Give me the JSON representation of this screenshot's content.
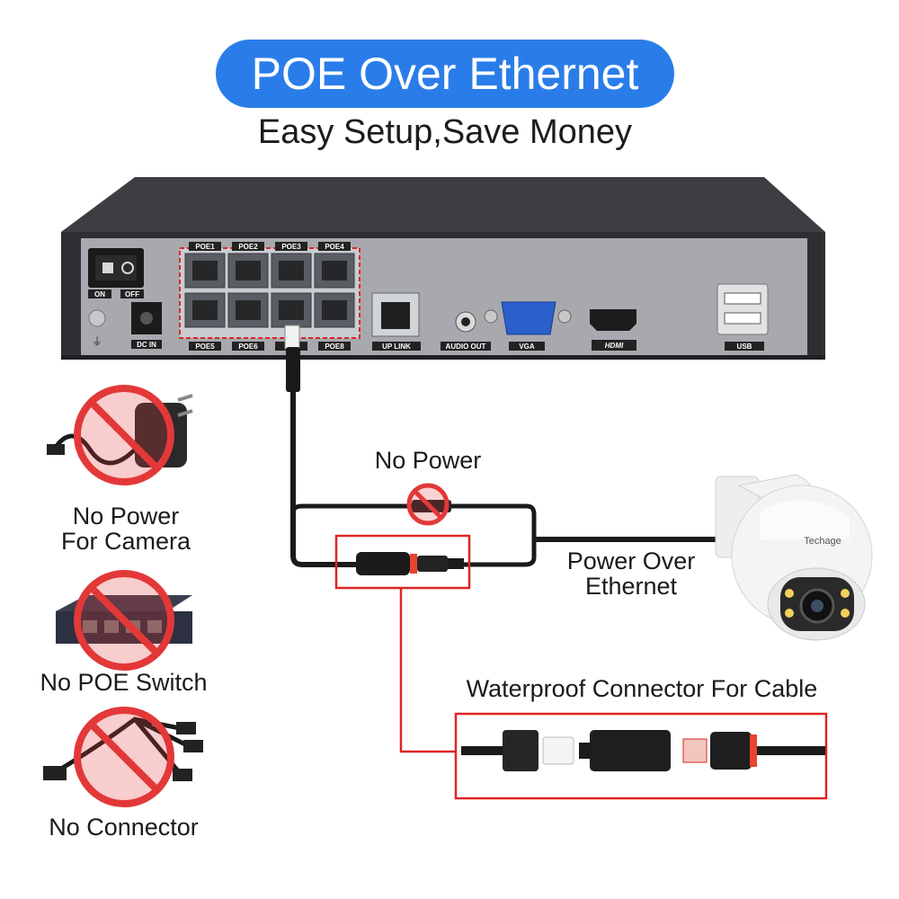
{
  "header": {
    "title": "POE Over Ethernet",
    "subtitle": "Easy Setup,Save Money"
  },
  "nvr": {
    "switch_on": "ON",
    "switch_off": "OFF",
    "dc_in": "DC IN",
    "poe_ports_top": [
      "POE1",
      "POE2",
      "POE3",
      "POE4"
    ],
    "poe_ports_bottom": [
      "POE5",
      "POE6",
      "",
      "POE8"
    ],
    "uplink": "UP LINK",
    "audio_out": "AUDIO OUT",
    "vga": "VGA",
    "hdmi": "HDMI",
    "usb": "USB"
  },
  "left_items": [
    {
      "label_line1": "No Power",
      "label_line2": "For Camera",
      "icon": "power-adapter-icon"
    },
    {
      "label_line1": "No POE Switch",
      "label_line2": "",
      "icon": "poe-switch-icon"
    },
    {
      "label_line1": "No Connector",
      "label_line2": "",
      "icon": "splitter-cable-icon"
    }
  ],
  "diagram": {
    "no_power": "No Power",
    "poe_line1": "Power Over",
    "poe_line2": "Ethernet",
    "waterproof": "Waterproof Connector For Cable",
    "camera_brand": "Techage"
  },
  "colors": {
    "accent": "#2a7de9",
    "prohibit": "#e33838",
    "highlight": "#e02424"
  }
}
